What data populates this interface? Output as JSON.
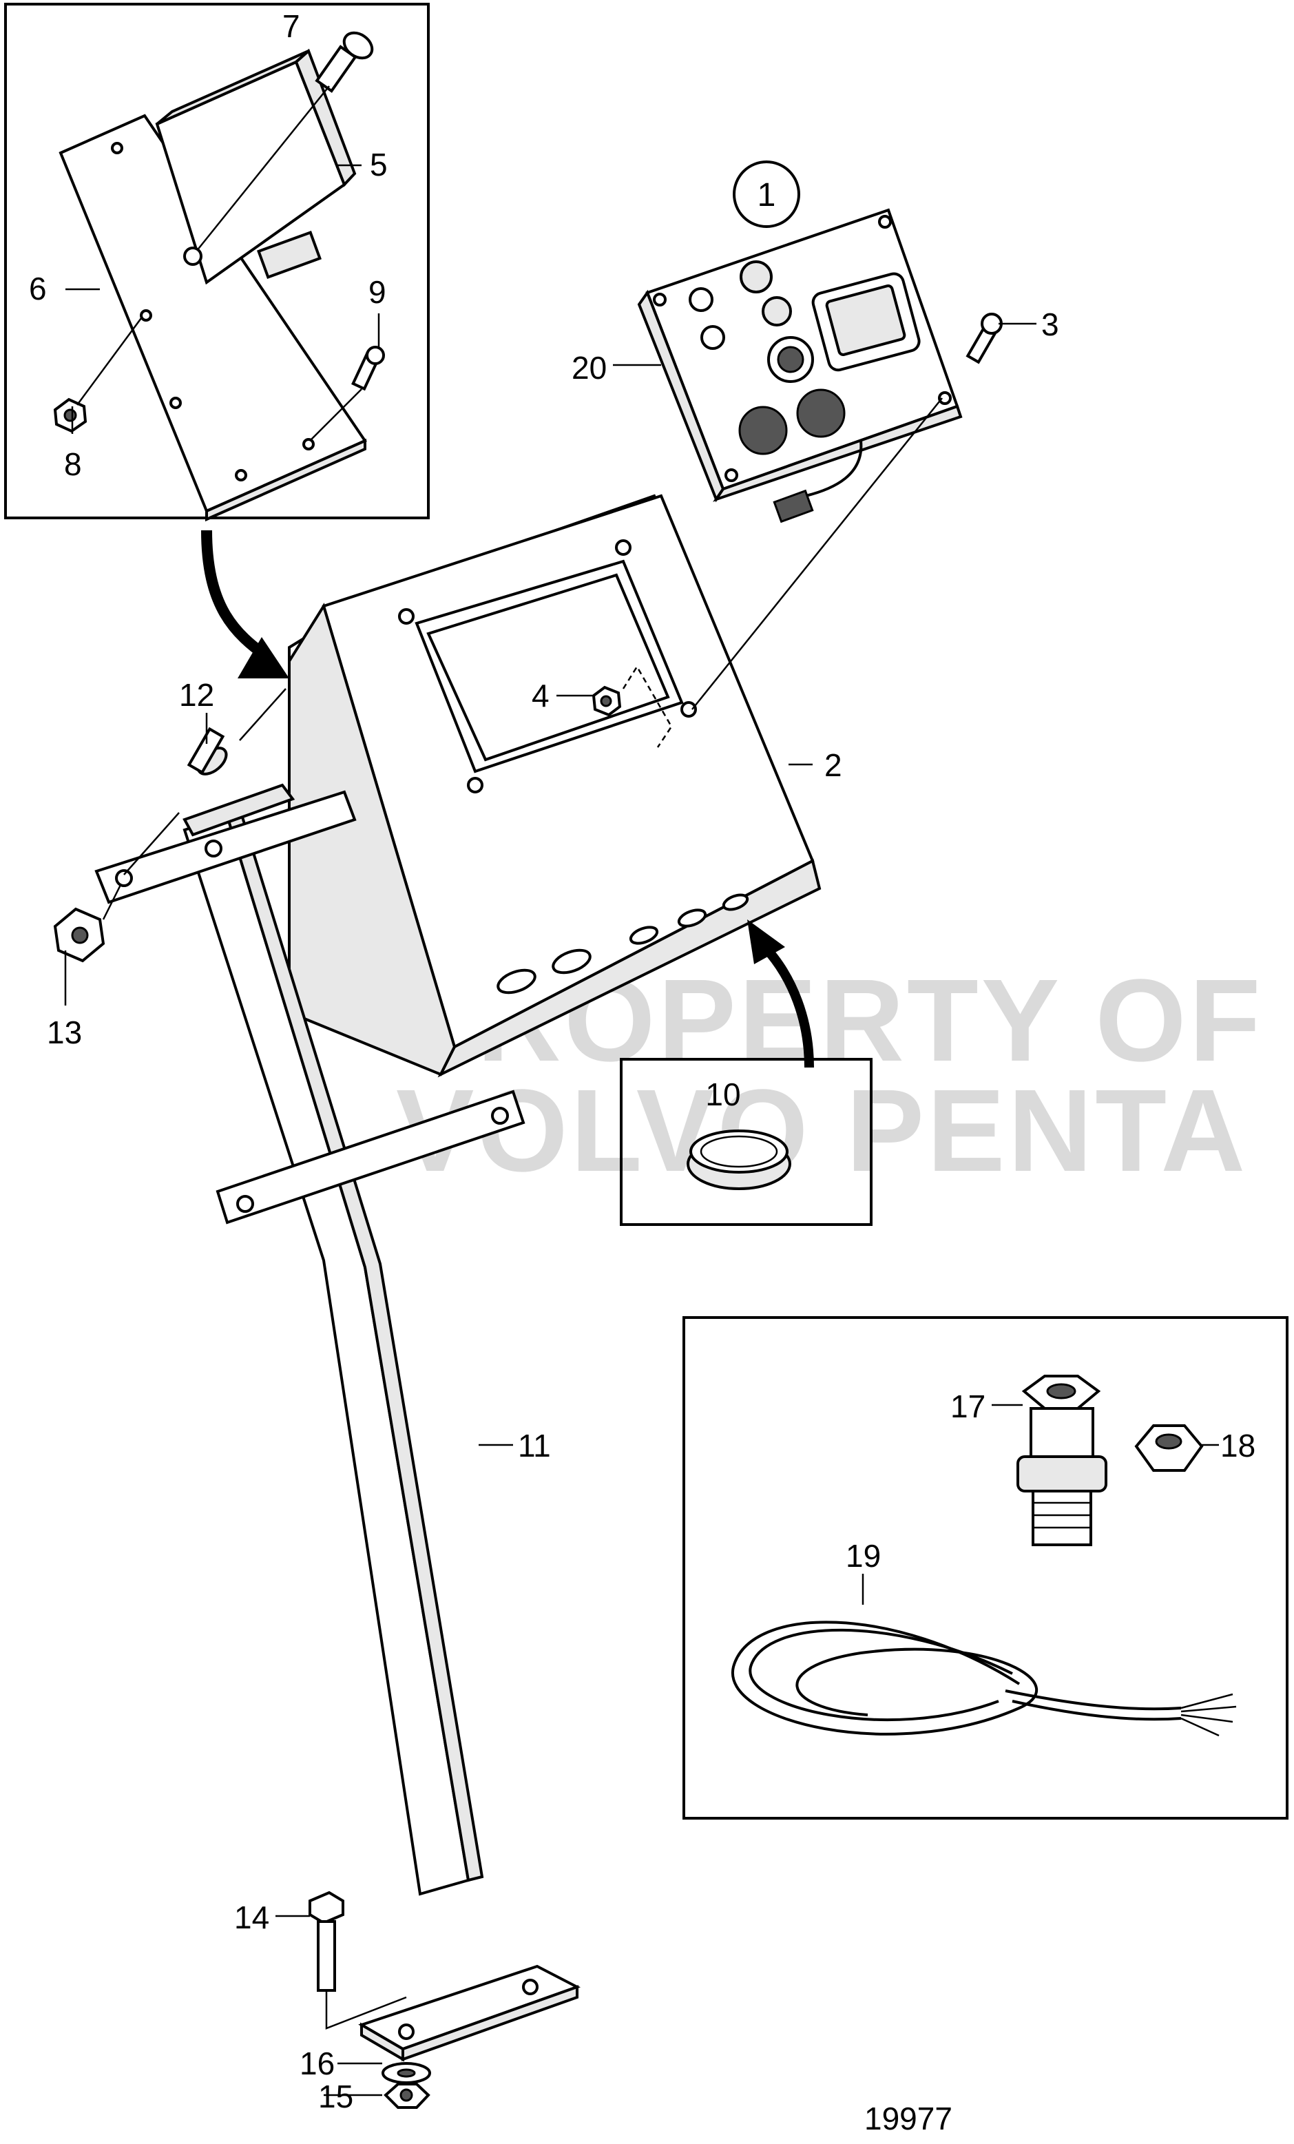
{
  "drawing": {
    "figure_number": "19977",
    "watermark_line1": "PROPERTY OF",
    "watermark_line2": "VOLVO PENTA",
    "group_callout": "1"
  },
  "part_labels": {
    "p2": "2",
    "p3": "3",
    "p4": "4",
    "p5": "5",
    "p6": "6",
    "p7": "7",
    "p8": "8",
    "p9": "9",
    "p10": "10",
    "p11": "11",
    "p12": "12",
    "p13": "13",
    "p14": "14",
    "p15": "15",
    "p16": "16",
    "p17": "17",
    "p18": "18",
    "p19": "19",
    "p20": "20"
  }
}
